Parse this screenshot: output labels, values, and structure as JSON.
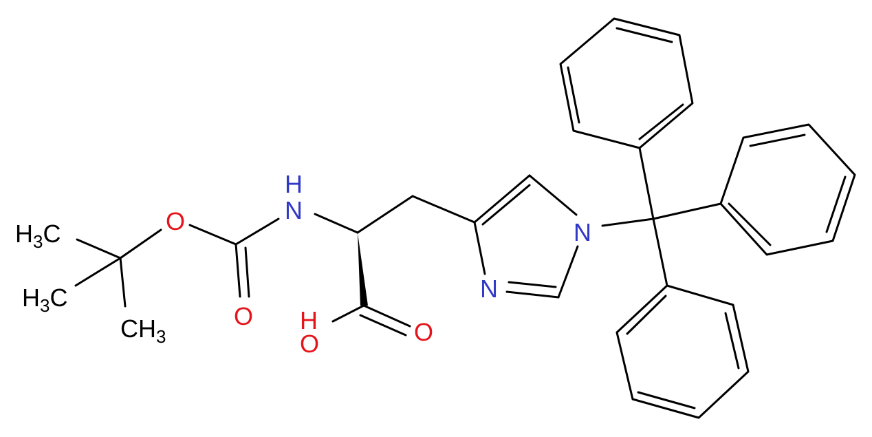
{
  "molecule": {
    "atoms": {
      "h3c_top": {
        "text": "H",
        "sub": "3",
        "text2": "C",
        "color": "#000000"
      },
      "h3c_mid": {
        "text": "H",
        "sub": "3",
        "text2": "C",
        "color": "#000000"
      },
      "ch3_bot": {
        "text": "CH",
        "sub": "3",
        "color": "#000000"
      },
      "o_ester": {
        "text": "O",
        "color": "#e5141b"
      },
      "o_carbonyl": {
        "text": "O",
        "color": "#e5141b"
      },
      "nh": {
        "text": "H",
        "text2": "N",
        "color": "#3038c8"
      },
      "ho": {
        "text": "H",
        "text2": "O",
        "color": "#e5141b"
      },
      "o_acid": {
        "text": "O",
        "color": "#e5141b"
      },
      "n_imine": {
        "text": "N",
        "color": "#3038c8"
      },
      "n_trityl": {
        "text": "N",
        "color": "#3038c8"
      }
    }
  }
}
